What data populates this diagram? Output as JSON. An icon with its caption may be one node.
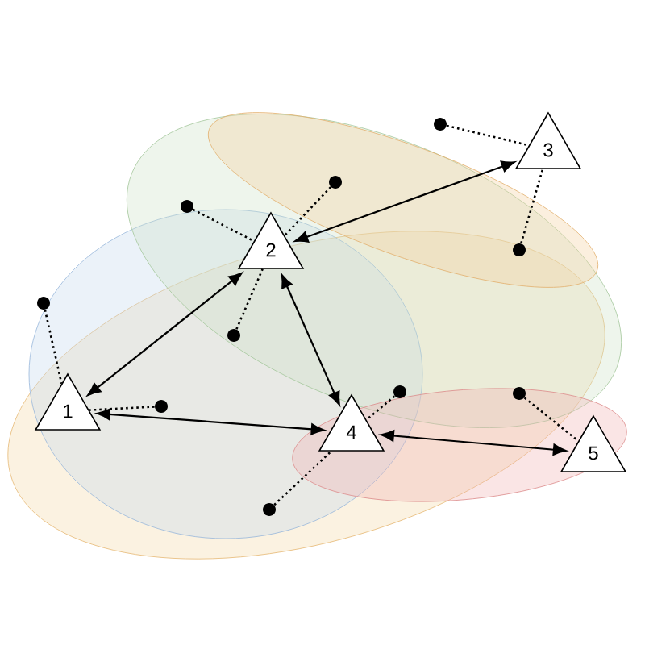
{
  "diagram": {
    "nodes": [
      {
        "text": [
          "1"
        ]
      },
      {
        "text": [
          "2"
        ]
      },
      {
        "text": [
          "3"
        ]
      },
      {
        "text": [
          "4"
        ]
      },
      {
        "text": [
          "5"
        ]
      },
      {
        "text": [],
        "shape": "circle"
      },
      {
        "text": [],
        "shape": "circle"
      },
      {
        "text": [],
        "shape": "circle"
      },
      {
        "text": [],
        "shape": "circle"
      },
      {
        "text": [],
        "shape": "circle"
      },
      {
        "text": [],
        "shape": "circle"
      },
      {
        "text": [],
        "shape": "circle"
      },
      {
        "text": [],
        "shape": "circle"
      },
      {
        "text": [],
        "shape": "circle"
      },
      {
        "text": [],
        "shape": "circle"
      }
    ],
    "edges": [
      {
        "from": 0,
        "to": 1,
        "arrow": "both"
      },
      {
        "from": 1,
        "to": 2,
        "arrow": "both"
      },
      {
        "from": 1,
        "to": 3,
        "arrow": "both"
      },
      {
        "from": 0,
        "to": 3,
        "arrow": "both"
      },
      {
        "from": 3,
        "to": 4,
        "arrow": "both"
      },
      {
        "from": 5,
        "to": 2,
        "arrow": "none",
        "style": "dashed"
      },
      {
        "from": 6,
        "to": 1,
        "arrow": "none",
        "style": "dashed"
      },
      {
        "from": 7,
        "to": 1,
        "arrow": "none",
        "style": "dashed"
      },
      {
        "from": 8,
        "to": 2,
        "arrow": "none",
        "style": "dashed"
      },
      {
        "from": 9,
        "to": 0,
        "arrow": "none",
        "style": "dashed"
      },
      {
        "from": 10,
        "to": 1,
        "arrow": "none",
        "style": "dashed"
      },
      {
        "from": 11,
        "to": 3,
        "arrow": "none",
        "style": "dashed"
      },
      {
        "from": 12,
        "to": 4,
        "arrow": "none",
        "style": "dashed"
      },
      {
        "from": 13,
        "to": 0,
        "arrow": "none",
        "style": "dashed"
      },
      {
        "from": 14,
        "to": 3,
        "arrow": "none",
        "style": "dashed"
      }
    ]
  }
}
